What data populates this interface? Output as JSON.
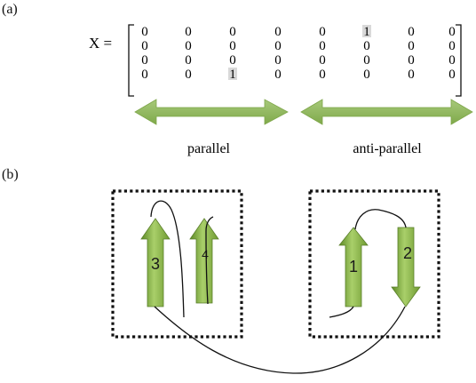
{
  "panel_a": {
    "label": "(a)",
    "matrix_name": "X =",
    "matrix_rows": [
      [
        "0",
        "0",
        "0",
        "0",
        "0",
        "1",
        "0",
        "0"
      ],
      [
        "0",
        "0",
        "0",
        "0",
        "0",
        "0",
        "0",
        "0"
      ],
      [
        "0",
        "0",
        "0",
        "0",
        "0",
        "0",
        "0",
        "0"
      ],
      [
        "0",
        "0",
        "1",
        "0",
        "0",
        "0",
        "0",
        "0"
      ]
    ],
    "highlighted_cells": [
      [
        0,
        5
      ],
      [
        3,
        2
      ]
    ],
    "parallel_label": "parallel",
    "antiparallel_label": "anti-parallel",
    "arrow_color": "#8ab550"
  },
  "panel_b": {
    "label": "(b)",
    "strands": [
      {
        "number": "3",
        "direction": "up"
      },
      {
        "number": "4",
        "direction": "up"
      },
      {
        "number": "1",
        "direction": "up"
      },
      {
        "number": "2",
        "direction": "down"
      }
    ],
    "strand_color": "#7aa63a"
  }
}
